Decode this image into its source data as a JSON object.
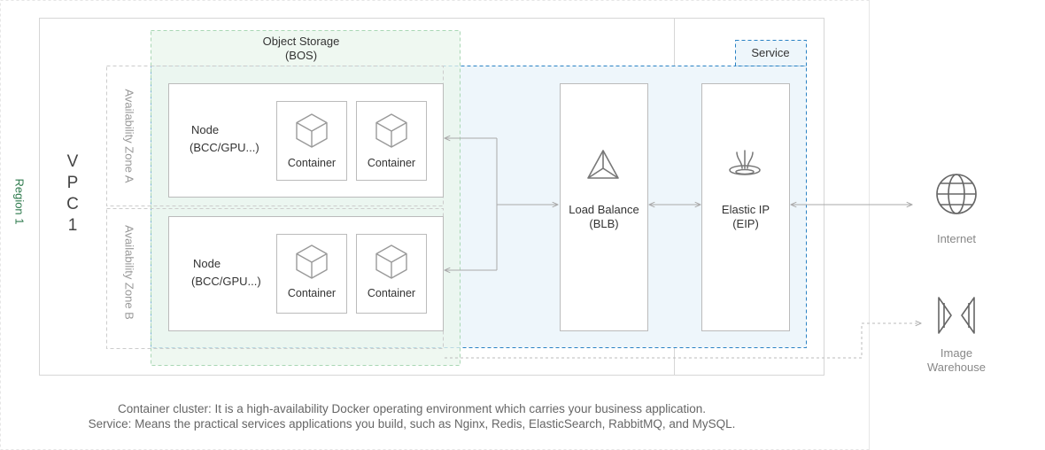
{
  "region": {
    "label": "Region 1"
  },
  "vpc": {
    "label": "V P C 1",
    "chars": [
      "V",
      "P",
      "C",
      "1"
    ]
  },
  "object_storage": {
    "line1": "Object Storage",
    "line2": "(BOS)"
  },
  "service": {
    "label": "Service"
  },
  "zones": [
    {
      "label": "Availability Zone A"
    },
    {
      "label": "Availability Zone B"
    }
  ],
  "nodes": [
    {
      "line1": "Node",
      "line2": "(BCC/GPU...)",
      "containers": [
        "Container",
        "Container"
      ]
    },
    {
      "line1": "Node",
      "line2": "(BCC/GPU...)",
      "containers": [
        "Container",
        "Container"
      ]
    }
  ],
  "load_balancer": {
    "line1": "Load Balance",
    "line2": "(BLB)"
  },
  "elastic_ip": {
    "line1": "Elastic IP",
    "line2": "(EIP)"
  },
  "internet": {
    "label": "Internet"
  },
  "image_warehouse": {
    "line1": "Image",
    "line2": "Warehouse"
  },
  "captions": {
    "line1": "Container cluster: It is a high-availability Docker operating environment which carries your business application.",
    "line2": "Service: Means the practical services applications you build, such as Nginx, Redis, ElasticSearch, RabbitMQ, and MySQL."
  },
  "colors": {
    "region_text": "#2e7a4d",
    "bos_fill": "#eef7f0",
    "bos_border": "#a9d7b4",
    "service_fill": "#eef6fb",
    "service_border": "#2a82c4",
    "box_border": "#bbbbbb",
    "arrow": "#aaaaaa"
  }
}
